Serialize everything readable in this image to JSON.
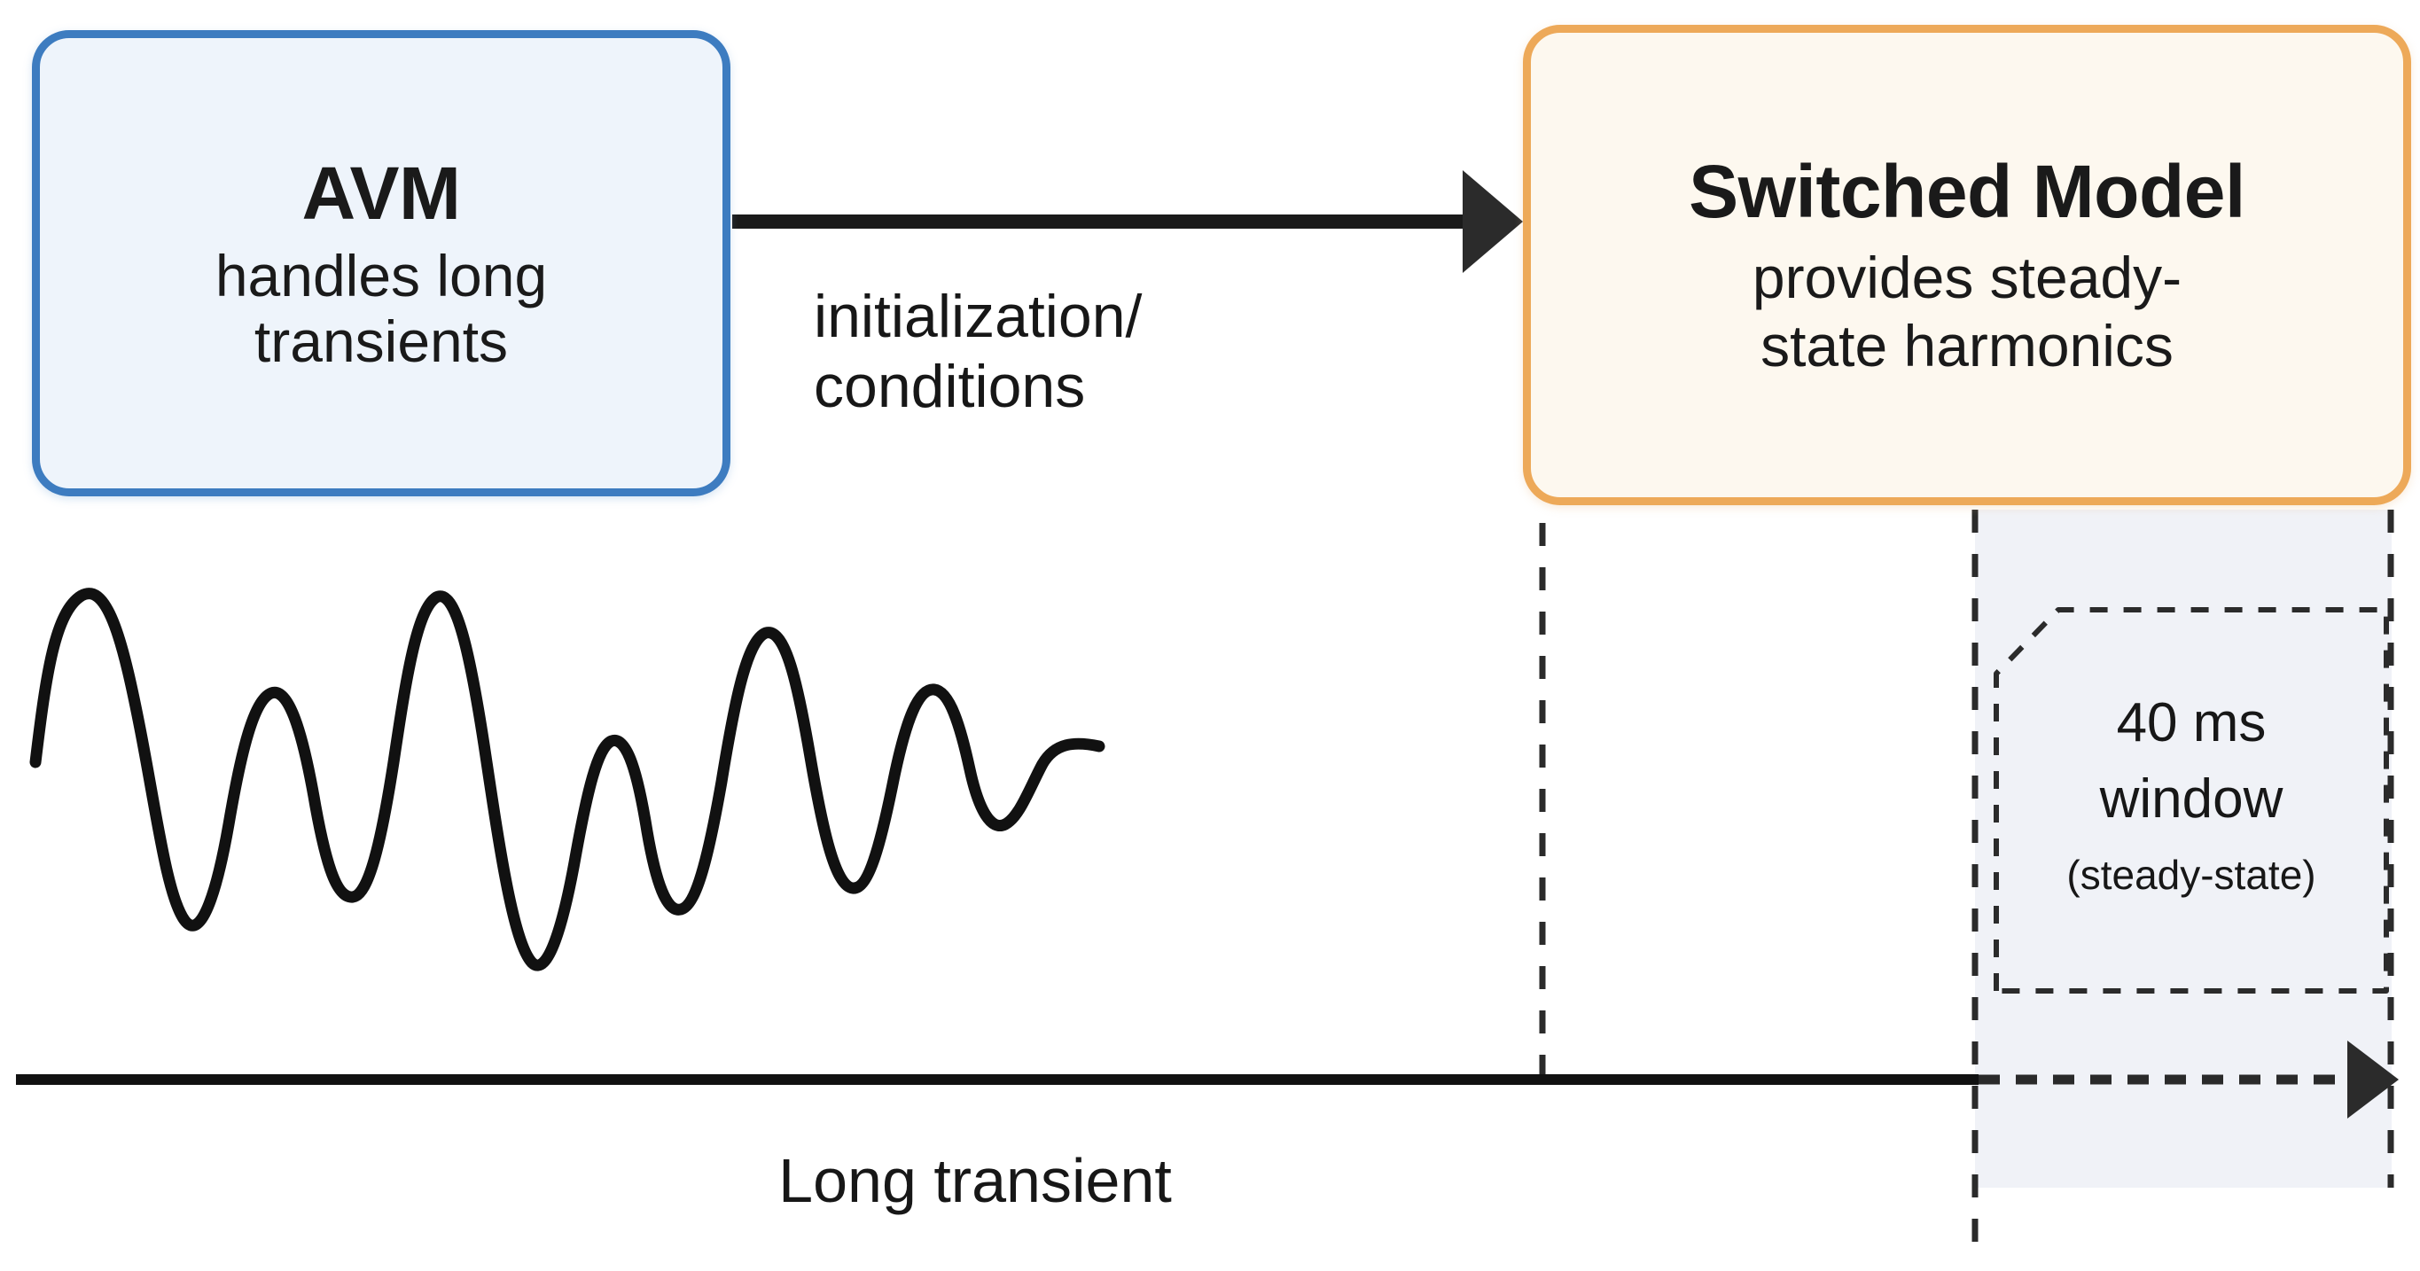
{
  "diagram": {
    "title_hidden": "",
    "nodes": [
      {
        "id": "avm",
        "title": "AVM",
        "subtitle": "handles long\ntransients",
        "border_color": "#3d7cc0",
        "fill_color": "#eef4fb"
      },
      {
        "id": "switched-model",
        "title": "Switched Model",
        "subtitle": "provides steady-\nstate harmonics",
        "border_color": "#eda959",
        "fill_color": "#fdf8ef"
      }
    ],
    "edge": {
      "label": "initialization/\nconditions",
      "color": "#1a1a1a",
      "from": "avm",
      "to": "switched-model"
    },
    "waveform": {
      "name": "damped-oscillation-trace",
      "color": "#1a1a1a",
      "description": "decaying transient oscillation"
    },
    "timeline": {
      "label": "Long transient",
      "solid_color": "#111111",
      "dashed_color": "#2a2a2a",
      "arrow_head": "right-triangle"
    },
    "window_marker": {
      "line_1": "40 ms",
      "line_2": "window",
      "line_3": "(steady-state)",
      "band_fill": "#f0f2f7",
      "dash_color": "#2b2b2b"
    },
    "guides": [
      {
        "name": "transient-end-guide"
      },
      {
        "name": "window-start-guide"
      },
      {
        "name": "window-end-guide"
      }
    ]
  }
}
